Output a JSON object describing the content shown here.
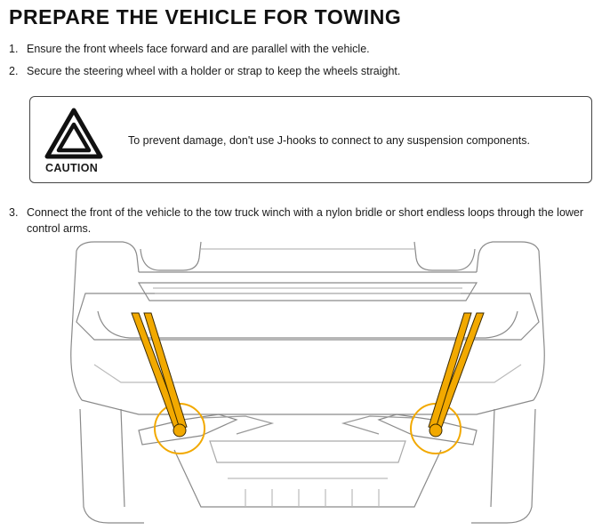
{
  "title": "PREPARE THE VEHICLE FOR TOWING",
  "steps": [
    {
      "num": "1.",
      "text": "Ensure the front wheels face forward and are parallel with the vehicle."
    },
    {
      "num": "2.",
      "text": "Secure the steering wheel with a holder or strap to keep the wheels straight."
    },
    {
      "num": "3.",
      "text": "Connect the front of the vehicle to the tow truck winch with a nylon bridle or short endless loops through the lower control arms."
    }
  ],
  "caution": {
    "label": "CAUTION",
    "text": "To prevent damage, don't use J-hooks to connect to any suspension components.",
    "icon": "warning-triangle-icon"
  },
  "illustration": {
    "subject": "vehicle-front-underside-illustration",
    "strap_color": "#F2A900",
    "highlight_color": "#F2A900",
    "line_color": "#888888"
  }
}
